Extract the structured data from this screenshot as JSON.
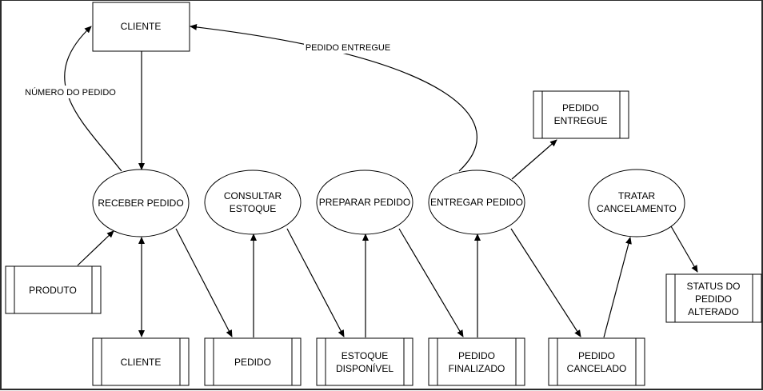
{
  "nodes": {
    "cliente_top": "CLIENTE",
    "receber_pedido": "RECEBER PEDIDO",
    "consultar_estoque": [
      "CONSULTAR",
      "ESTOQUE"
    ],
    "preparar_pedido": "PREPARAR PEDIDO",
    "entregar_pedido": "ENTREGAR PEDIDO",
    "tratar_cancelamento": [
      "TRATAR",
      "CANCELAMENTO"
    ],
    "pedido_entregue_store": [
      "PEDIDO",
      "ENTREGUE"
    ],
    "produto_store": "PRODUTO",
    "status_store": [
      "STATUS DO",
      "PEDIDO",
      "ALTERADO"
    ],
    "cliente_store": "CLIENTE",
    "pedido_store": "PEDIDO",
    "estoque_store": [
      "ESTOQUE",
      "DISPONÍVEL"
    ],
    "finalizado_store": [
      "PEDIDO",
      "FINALIZADO"
    ],
    "cancelado_store": [
      "PEDIDO",
      "CANCELADO"
    ]
  },
  "edge_labels": {
    "numero_pedido": "NÚMERO DO PEDIDO",
    "pedido_entregue": "PEDIDO ENTREGUE"
  }
}
